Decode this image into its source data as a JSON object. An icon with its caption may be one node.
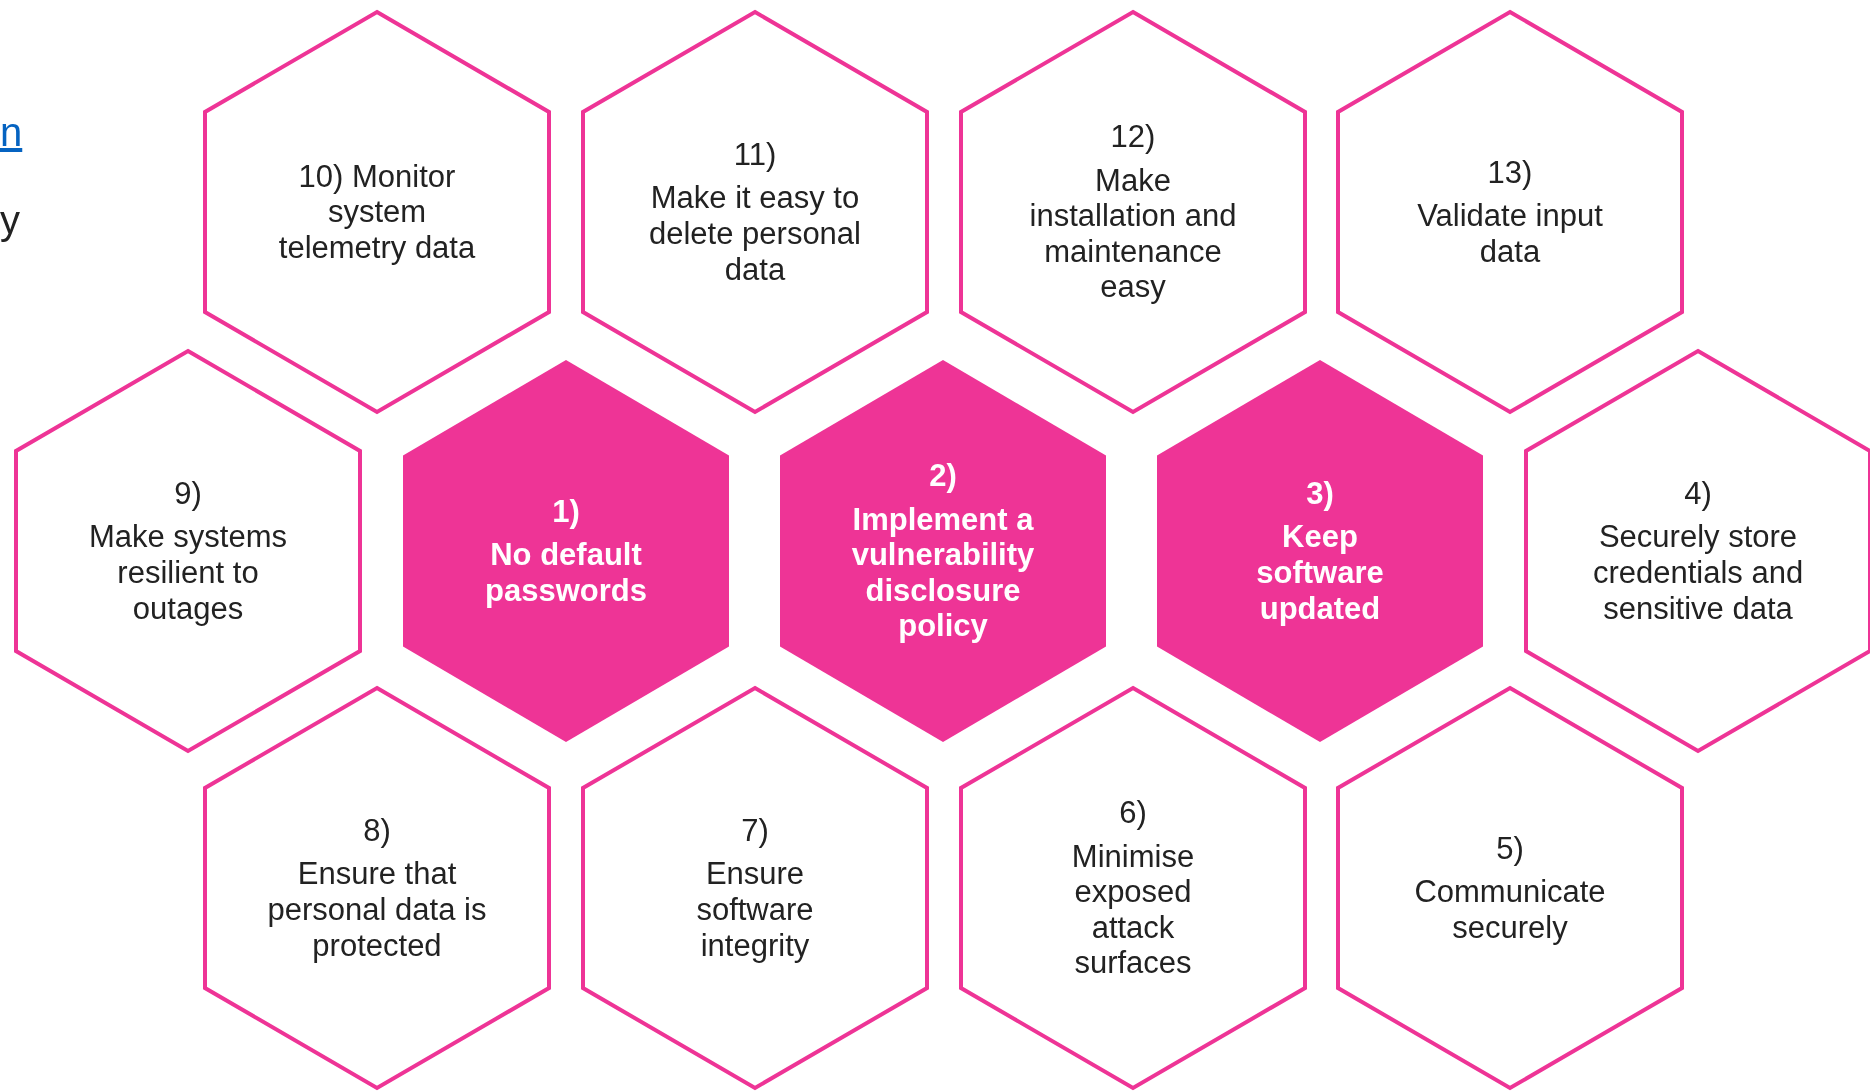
{
  "diagram": {
    "nodes": [
      {
        "text": [
          "10) Monitor system telemetry data"
        ]
      },
      {
        "text": [
          "11)",
          "Make it easy to delete personal data"
        ]
      },
      {
        "text": [
          "12)",
          "Make installation and maintenance easy"
        ]
      },
      {
        "text": [
          "13)",
          "Validate input data"
        ]
      },
      {
        "text": [
          "9)",
          "Make systems resilient to outages"
        ]
      },
      {
        "text": [
          "1)",
          "No default passwords"
        ]
      },
      {
        "text": [
          "2)",
          "Implement a vulnerability disclosure policy"
        ]
      },
      {
        "text": [
          "3)",
          "Keep software updated"
        ]
      },
      {
        "text": [
          "4)",
          "Securely store credentials and sensitive data"
        ]
      },
      {
        "text": [
          "8)",
          "Ensure that personal data is protected"
        ]
      },
      {
        "text": [
          "7)",
          "Ensure software integrity"
        ]
      },
      {
        "text": [
          "6)",
          "Minimise exposed attack surfaces"
        ]
      },
      {
        "text": [
          "5)",
          "Communicate securely"
        ]
      }
    ],
    "labels": [
      "n",
      "y"
    ]
  }
}
